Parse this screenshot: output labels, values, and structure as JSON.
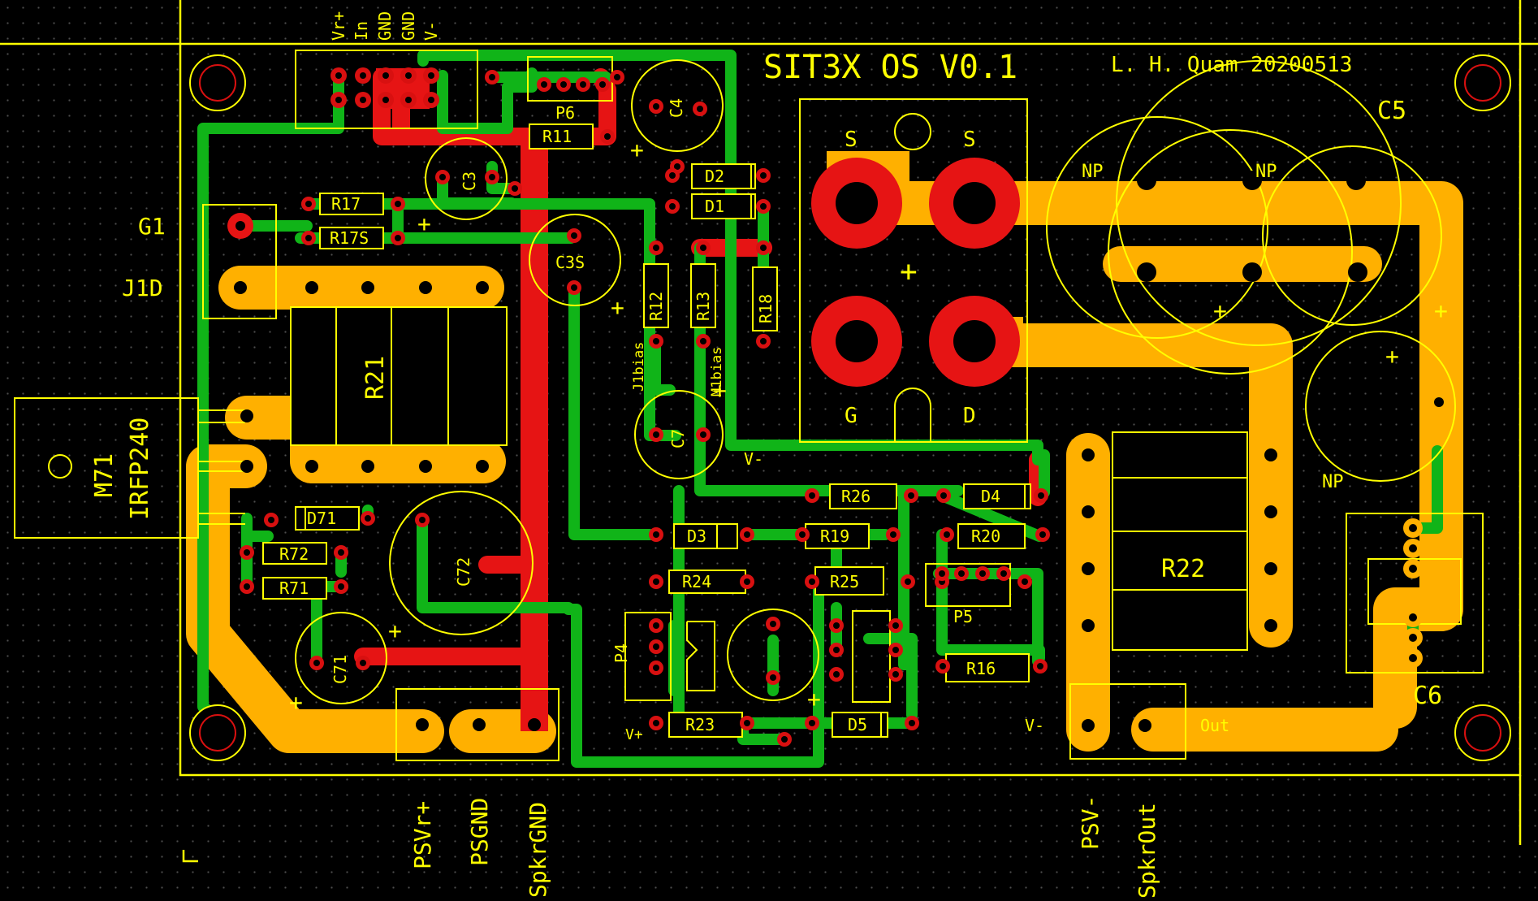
{
  "board": {
    "title": "SIT3X OS V0.1",
    "author": "L. H. Quam 20200513"
  },
  "connectors": {
    "input_header": [
      "Vr+",
      "In",
      "GND",
      "GND",
      "V-"
    ],
    "bottom_left": [
      "PSVr+",
      "PSGND",
      "SpkrGND"
    ],
    "bottom_right": [
      "PSV-",
      "SpkrOut"
    ]
  },
  "labels": {
    "g1": "G1",
    "j1d": "J1D",
    "mosfet_name": "M71",
    "mosfet_part": "IRFP240",
    "r21": "R21",
    "r22": "R22",
    "c5": "C5",
    "c6": "C6",
    "p4": "P4",
    "p5": "P5",
    "p6": "P6",
    "np_1": "NP",
    "np_2": "NP",
    "np_3": "NP",
    "j1bias": "J1bias",
    "m1bias": "M1bias",
    "vminus_mid": "V-",
    "vminus_out": "V-",
    "out": "Out",
    "vplus_1": "V+",
    "vplus_2": "V+",
    "to247_s1": "S",
    "to247_s2": "S",
    "to247_g": "G",
    "to247_d": "D",
    "plus": "+"
  },
  "components": {
    "r11": "R11",
    "r12": "R12",
    "r13": "R13",
    "r16": "R16",
    "r17": "R17",
    "r17s": "R17S",
    "r18": "R18",
    "r19": "R19",
    "r20": "R20",
    "r23": "R23",
    "r24": "R24",
    "r25": "R25",
    "r26": "R26",
    "r71": "R71",
    "r72": "R72",
    "d1": "D1",
    "d2": "D2",
    "d3": "D3",
    "d4": "D4",
    "d5": "D5",
    "d71": "D71",
    "c3": "C3",
    "c3s": "C3S",
    "c4": "C4",
    "c7": "C7",
    "c71": "C71",
    "c72": "C72"
  },
  "colors": {
    "background": "#000000",
    "silkscreen": "#ffff00",
    "top_copper": "#10b418",
    "bottom_copper": "#e61414",
    "power_copper": "#ffb000",
    "grid_dot": "#4d4d4d"
  }
}
